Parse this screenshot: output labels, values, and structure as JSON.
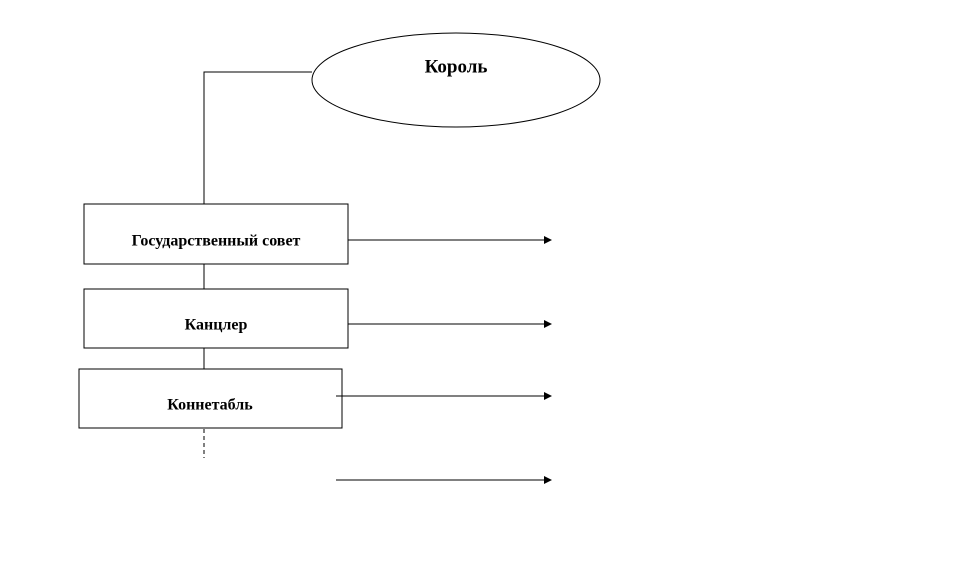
{
  "diagram": {
    "king": {
      "label": "Король"
    },
    "boxes": [
      {
        "label": "Государственный совет"
      },
      {
        "label": "Канцлер"
      },
      {
        "label": "Коннетабль"
      }
    ]
  }
}
